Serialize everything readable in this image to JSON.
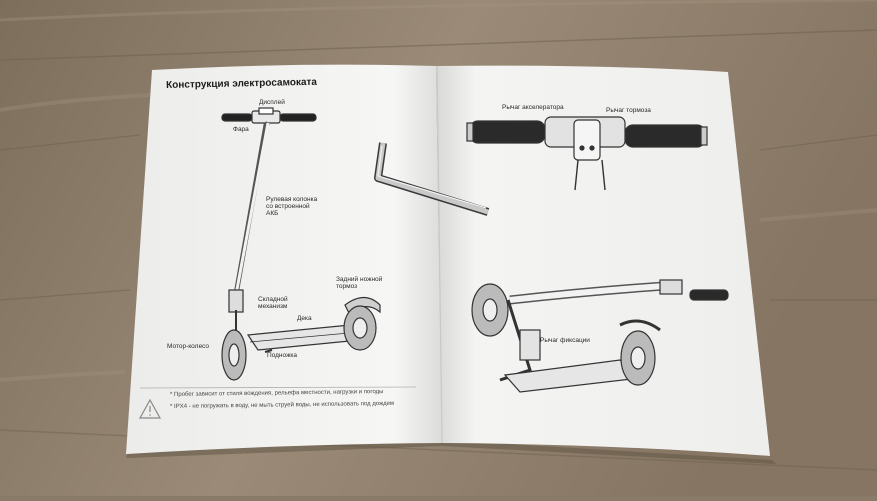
{
  "left_page": {
    "title": "Конструкция электросамоката",
    "labels": {
      "display": "Дисплей",
      "headlight": "Фара",
      "steering_column": "Рулевая колонка\nсо встроенной\nАКБ",
      "rear_brake": "Задний ножной\nтормоз",
      "folding_mechanism": "Складной\nмеханизм",
      "deck": "Дека",
      "motor_wheel": "Мотор-колесо",
      "kickstand": "Подножка"
    },
    "footnote_1": "* Пробег зависит от стиля вождения, рельефа местности, нагрузки и погоды",
    "footnote_2": "* IPX4 - не погружать в воду, не мыть струей воды, не использовать под дождем"
  },
  "right_page": {
    "labels": {
      "throttle": "Рычаг акселератора",
      "brake_lever": "Рычаг тормоза",
      "lock_lever": "Рычаг фиксации"
    }
  },
  "colors": {
    "wood": "#8a7a68",
    "paper": "#f3f3f1",
    "ink": "#2a2a2a"
  }
}
